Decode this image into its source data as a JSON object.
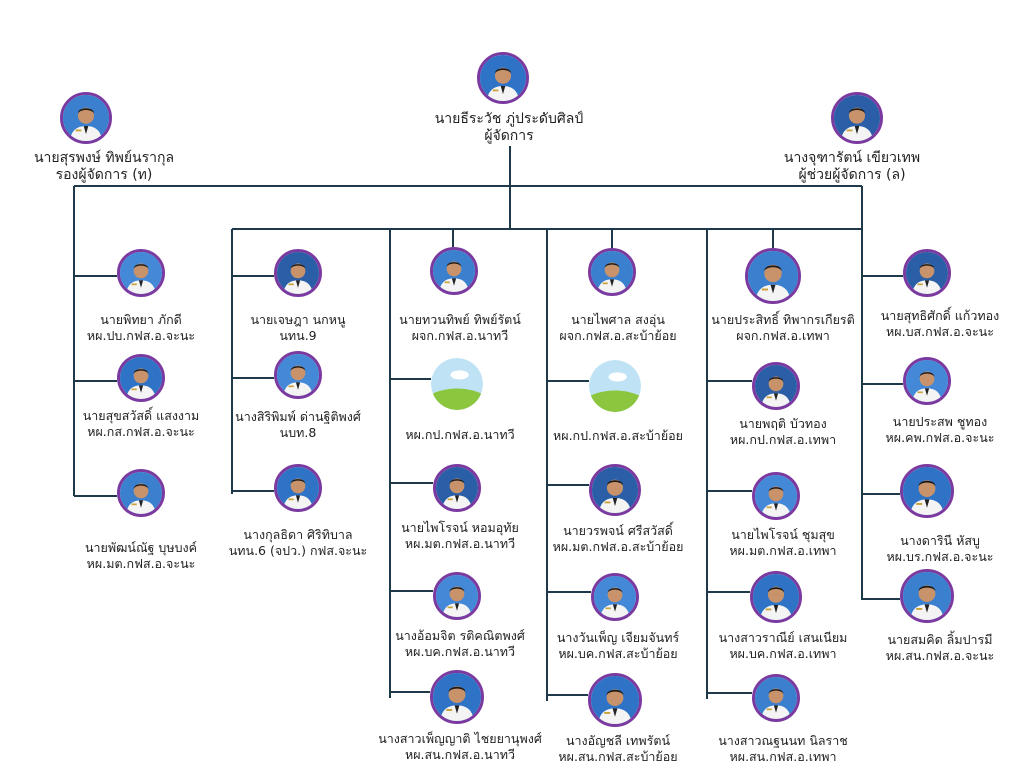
{
  "top": {
    "director": {
      "name": "นายธีระวัช ภู่ประดับศิลป์",
      "position": "ผู้จัดการ",
      "icon": "person-photo"
    },
    "deputy_left": {
      "name": "นายสุรพงษ์ ทิพย์นรากุล",
      "position": "รองผู้จัดการ (ท)",
      "icon": "person-photo"
    },
    "deputy_right": {
      "name": "นางจุฑารัตน์ เขียวเทพ",
      "position": "ผู้ช่วยผู้จัดการ (ล)",
      "icon": "person-photo"
    }
  },
  "columns": [
    {
      "id": "col1",
      "members": [
        {
          "name": "นายพิทยา ภักดี",
          "position": "หผ.ปบ.กฟส.อ.จะนะ"
        },
        {
          "name": "นายสุขสวัสดิ์ แสงงาม",
          "position": "หผ.กส.กฟส.อ.จะนะ"
        },
        {
          "name": "นายพัฒน์ณัฐ บุษบงค์",
          "position": "หผ.มต.กฟส.อ.จะนะ"
        }
      ]
    },
    {
      "id": "col2",
      "members": [
        {
          "name": "นายเจษฎา นกหนู",
          "position": "นทน.9"
        },
        {
          "name": "นางสิริพิมพ์ ด่านฐิติพงศ์",
          "position": "นบท.8"
        },
        {
          "name": "นางกุลธิดา ศิริทิบาล",
          "position": "นทน.6 (จปว.) กฟส.จะนะ"
        }
      ]
    },
    {
      "id": "col3",
      "members": [
        {
          "name": "นายทวนทิพย์ ทิพย์รัตน์",
          "position": "ผจก.กฟส.อ.นาทวี"
        },
        {
          "name": "",
          "position": "หผ.กป.กฟส.อ.นาทวี",
          "placeholder": true
        },
        {
          "name": "นายไพโรจน์ หอมอุทัย",
          "position": "หผ.มต.กฟส.อ.นาทวี"
        },
        {
          "name": "นางอ้อมจิต รติคณิตพงศ์",
          "position": "หผ.บค.กฟส.อ.นาทวี"
        },
        {
          "name": "นางสาวเพ็ญญาติ ไชยยานุพงศ์",
          "position": "หผ.สน.กฟส.อ.นาทวี"
        }
      ]
    },
    {
      "id": "col4",
      "members": [
        {
          "name": "นายไพศาล สงอุ่น",
          "position": "ผจก.กฟส.อ.สะบ้าย้อย"
        },
        {
          "name": "",
          "position": "หผ.กป.กฟส.อ.สะบ้าย้อย",
          "placeholder": true
        },
        {
          "name": "นายวรพจน์ ศรีสวัสดิ์",
          "position": "หผ.มต.กฟส.อ.สะบ้าย้อย"
        },
        {
          "name": "นางวันเพ็ญ เจียมจันทร์",
          "position": "หผ.บค.กฟส.สะบ้าย้อย"
        },
        {
          "name": "นางอัญชลี เทพรัตน์",
          "position": "หผ.สน.กฟส.สะบ้าย้อย"
        }
      ]
    },
    {
      "id": "col5",
      "members": [
        {
          "name": "นายประสิทธิ์ ทิพากรเกียรติ",
          "position": "ผจก.กฟส.อ.เทพา"
        },
        {
          "name": "นายพฤติ บัวทอง",
          "position": "หผ.กป.กฟส.อ.เทพา"
        },
        {
          "name": "นายไพโรจน์ ชุมสุข",
          "position": "หผ.มต.กฟส.อ.เทพา"
        },
        {
          "name": "นางสาวราณีย์ เสนเนียม",
          "position": "หผ.บค.กฟส.อ.เทพา"
        },
        {
          "name": "นางสาวณฐนนท นิลราช",
          "position": "หผ.สน.กฟส.อ.เทพา"
        }
      ]
    },
    {
      "id": "col6",
      "members": [
        {
          "name": "นายสุทธิศักดิ์ แก้วทอง",
          "position": "หผ.บส.กฟส.อ.จะนะ"
        },
        {
          "name": "นายประสพ ชูทอง",
          "position": "หผ.คพ.กฟส.อ.จะนะ"
        },
        {
          "name": "นางดารินี หัสบู",
          "position": "หผ.บร.กฟส.อ.จะนะ"
        },
        {
          "name": "นายสมคิด ลิ้มปารมี",
          "position": "หผ.สน.กฟส.อ.จะนะ"
        }
      ]
    }
  ],
  "colors": {
    "connector": "#1e3a4a",
    "photo_ring": "#7b3aa0",
    "uniform": "#f4f4f4",
    "sky": "#bfe3f5",
    "grass": "#8cc63e"
  }
}
